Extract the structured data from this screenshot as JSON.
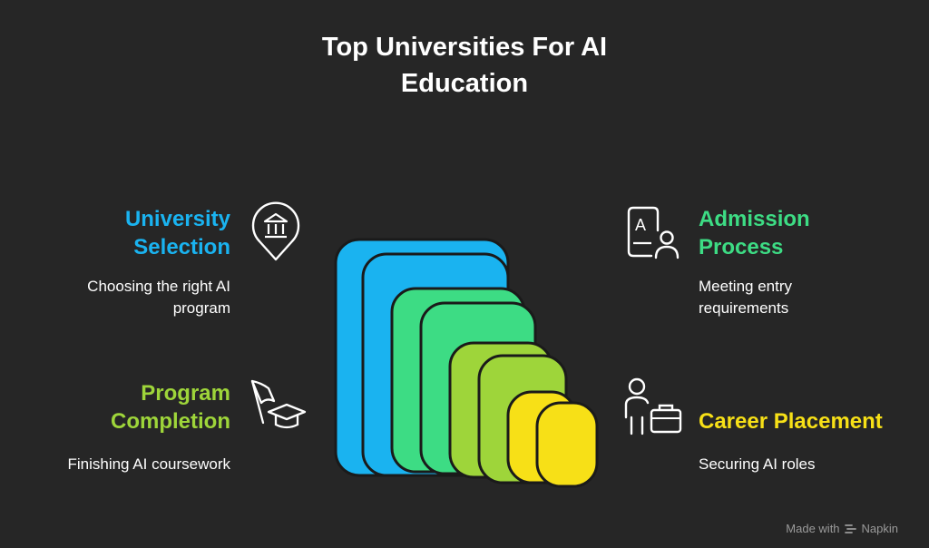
{
  "title": {
    "line1": "Top Universities For AI",
    "line2": "Education"
  },
  "steps": [
    {
      "id": "university-selection",
      "heading": [
        "University",
        "Selection"
      ],
      "description": [
        "Choosing the right AI",
        "program"
      ],
      "color": "#1ab3f0",
      "icon": "university-location-icon"
    },
    {
      "id": "admission-process",
      "heading": [
        "Admission",
        "Process"
      ],
      "description": [
        "Meeting entry",
        "requirements"
      ],
      "color": "#3ddc84",
      "icon": "application-form-icon"
    },
    {
      "id": "program-completion",
      "heading": [
        "Program",
        "Completion"
      ],
      "description": [
        "Finishing AI coursework"
      ],
      "color": "#9ed53a",
      "icon": "graduation-cap-icon"
    },
    {
      "id": "career-placement",
      "heading": [
        "Career Placement"
      ],
      "description": [
        "Securing AI roles"
      ],
      "color": "#f7e017",
      "icon": "person-briefcase-icon"
    }
  ],
  "stack_colors": [
    "#1ab3f0",
    "#1ab3f0",
    "#3ddc84",
    "#3ddc84",
    "#9ed53a",
    "#9ed53a",
    "#f7e017",
    "#f7e017"
  ],
  "footer": {
    "made_with": "Made with",
    "brand": "Napkin"
  }
}
